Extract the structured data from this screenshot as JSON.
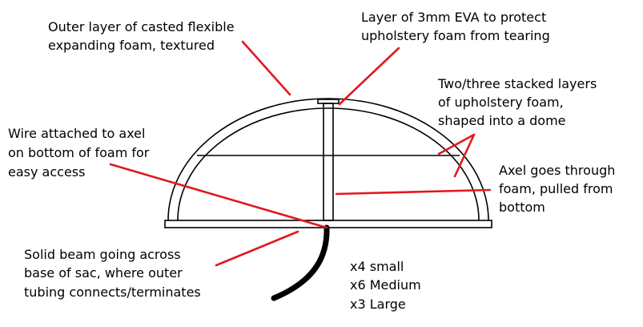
{
  "colors": {
    "background": "#ffffff",
    "outline": "#000000",
    "leader": "#e0191f"
  },
  "labels": {
    "outer_layer": [
      "Outer layer of casted flexible",
      "expanding foam, textured"
    ],
    "eva_layer": [
      "Layer of 3mm EVA to protect",
      "upholstery foam from tearing"
    ],
    "upholstery_layers": [
      "Two/three stacked layers",
      "of upholstery foam,",
      "shaped into a dome"
    ],
    "wire": [
      "Wire attached to axel",
      "on bottom of foam for",
      "easy access"
    ],
    "axel": [
      "Axel goes through",
      "foam, pulled from",
      "bottom"
    ],
    "beam": [
      "Solid beam going across",
      "base of sac, where outer",
      "tubing connects/terminates"
    ],
    "quantities": [
      "x4 small",
      "x6 Medium",
      "x3 Large"
    ]
  }
}
